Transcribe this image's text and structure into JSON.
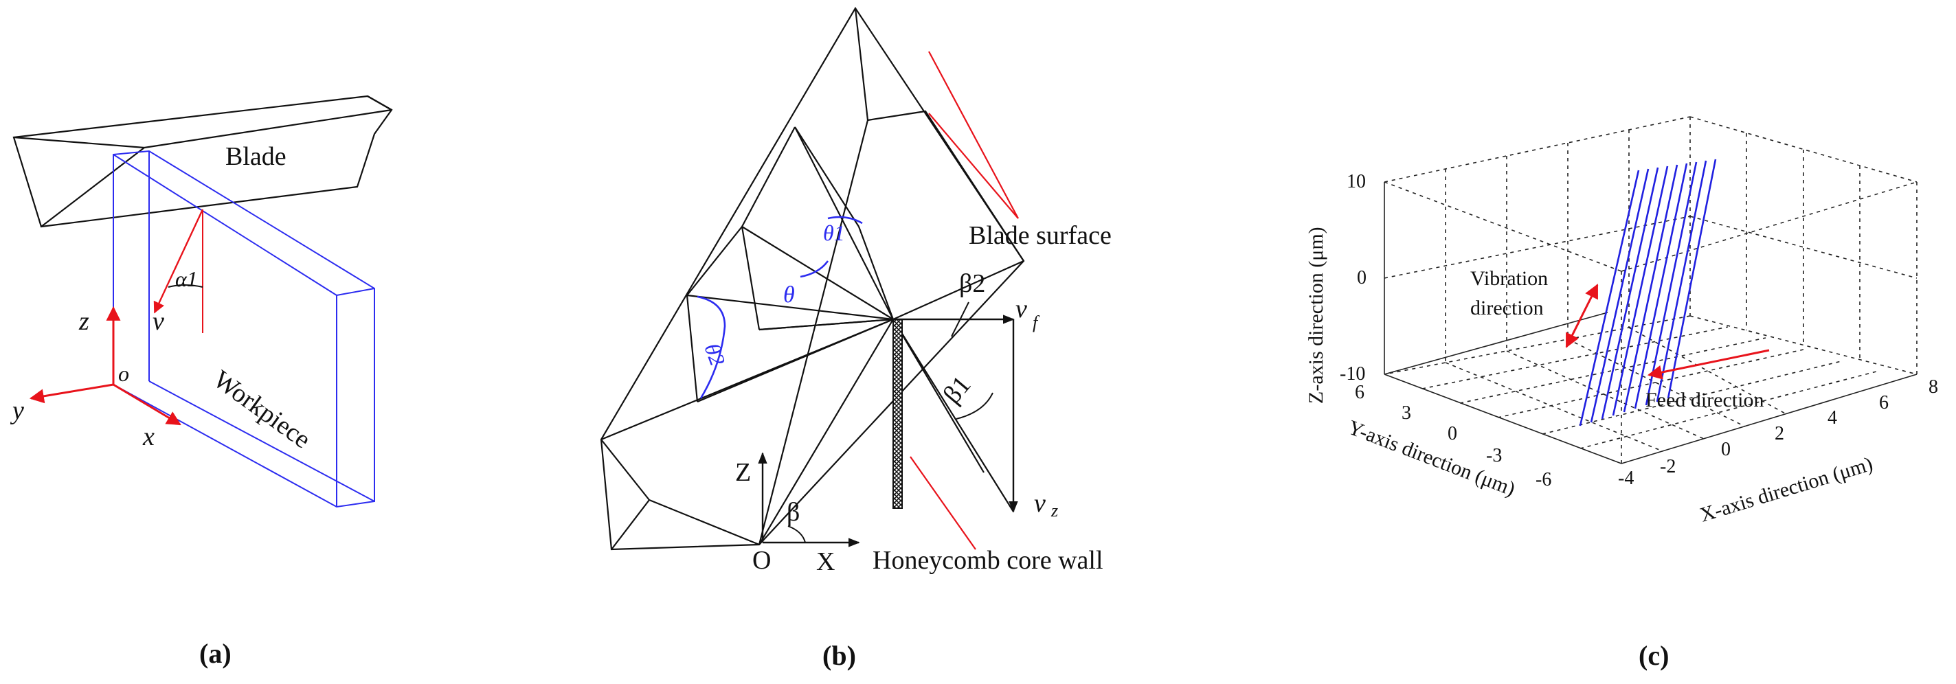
{
  "colors": {
    "line": "#111111",
    "accent": "#e8131b",
    "workpiece": "#2c2cf0",
    "trajectory": "#2020e0",
    "grid": "#222222"
  },
  "panel_a": {
    "caption": "(a)",
    "blade_label": "Blade",
    "workpiece_label": "Workpiece",
    "alpha_label": "α1",
    "v_label": "v",
    "z_label": "z",
    "o_label": "o",
    "y_label": "y",
    "x_label": "x"
  },
  "panel_b": {
    "caption": "(b)",
    "blade_surface_label": "Blade surface",
    "honeycomb_label": "Honeycomb core wall",
    "theta1": "θ1",
    "theta": "θ",
    "theta2": "θ2",
    "beta2": "β2",
    "beta1": "β1",
    "beta": "β",
    "vf": "v",
    "vf_sub": "f",
    "vz": "v",
    "vz_sub": "z",
    "Z": "Z",
    "X": "X",
    "O": "O"
  },
  "panel_c": {
    "caption": "(c)",
    "vibration_label_1": "Vibration",
    "vibration_label_2": "direction",
    "feed_label": "Feed direction",
    "z_axis_title": "Z-axis direction  (μm)",
    "y_axis_title": "Y-axis direction  (μm)",
    "x_axis_title": "X-axis direction  (μm)",
    "z_ticks": [
      "10",
      "0",
      "-10"
    ],
    "y_ticks": [
      "6",
      "3",
      "0",
      "-3",
      "-6"
    ],
    "x_ticks": [
      "-4",
      "-2",
      "0",
      "2",
      "4",
      "6",
      "8"
    ]
  }
}
